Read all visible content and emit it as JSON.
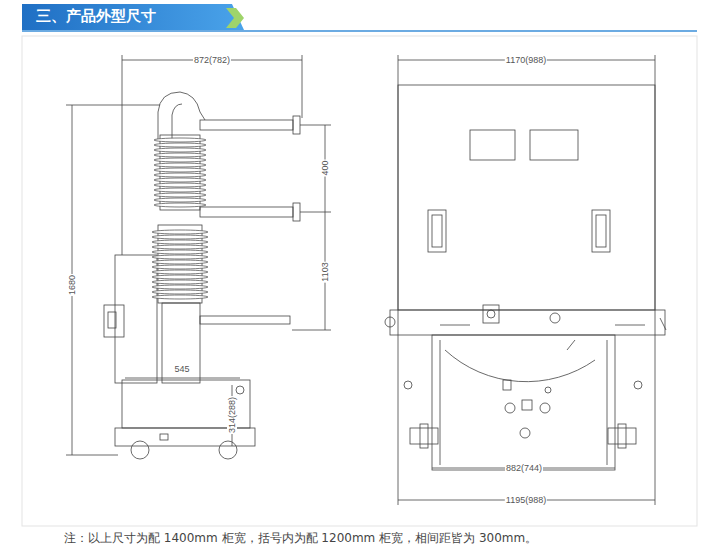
{
  "diagram": {
    "title": "三、产品外型尺寸",
    "caption": "注：以上尺寸为配 1400mm 柜宽，括号内为配 1200mm 柜宽，相间距皆为 300mm。",
    "labels": [
      "872(782)",
      "1680",
      "400",
      "1103",
      "545",
      "314(288)",
      "1170(988)",
      "882(744)",
      "1195(988)"
    ]
  }
}
